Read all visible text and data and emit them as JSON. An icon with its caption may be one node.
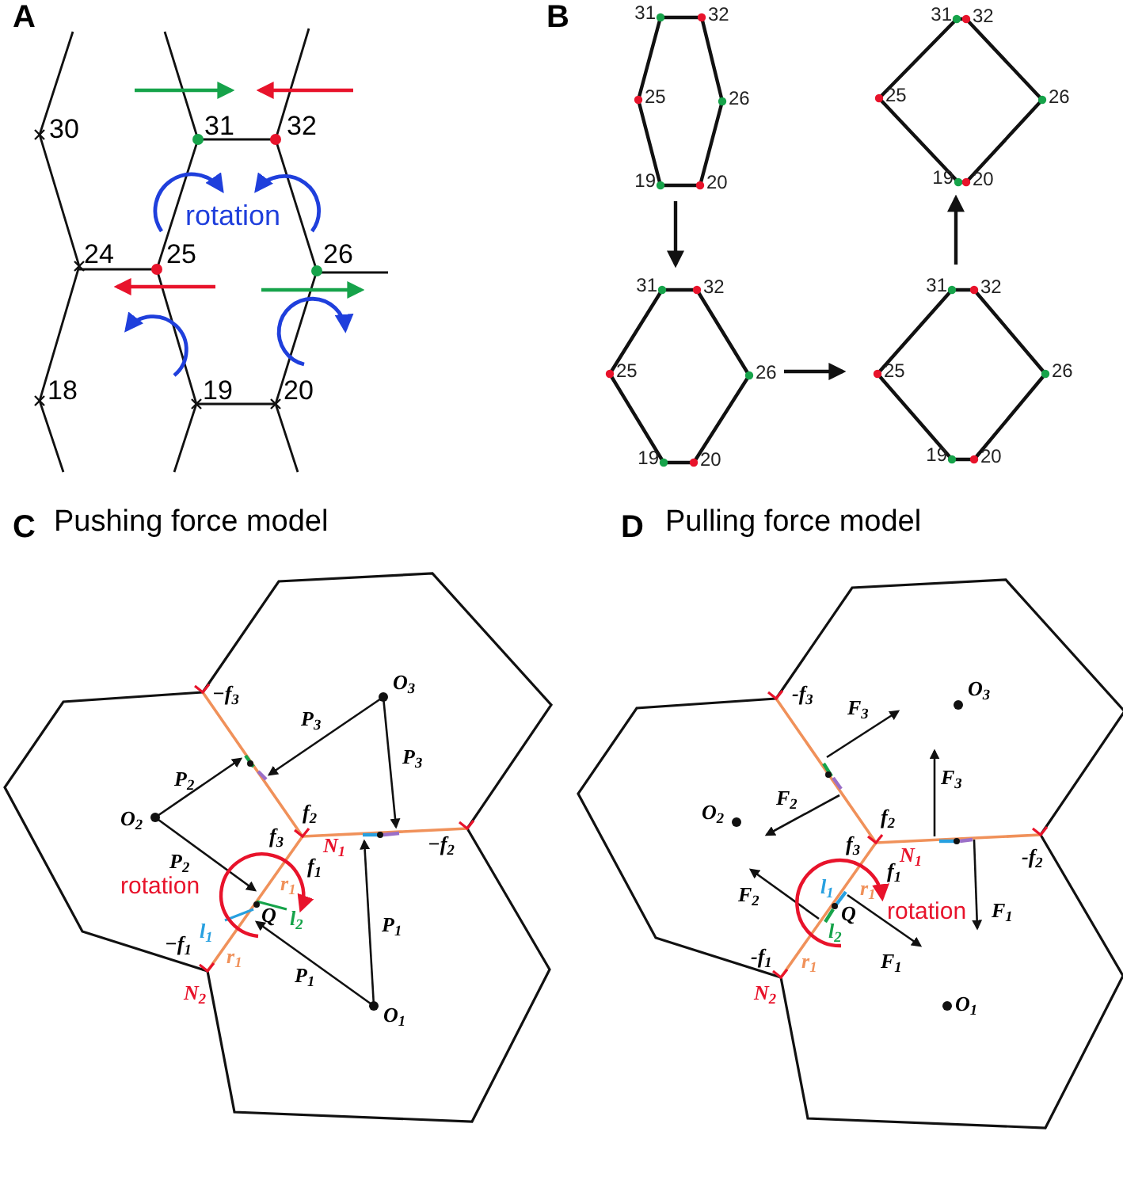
{
  "diagram": {
    "nodes": [
      {
        "text": [
          "31",
          "32",
          "25",
          "26",
          "19",
          "20"
        ]
      },
      {
        "text": [
          "31",
          "32",
          "25",
          "26",
          "19",
          "20"
        ]
      },
      {
        "text": [
          "31",
          "32",
          "25",
          "26",
          "19",
          "20"
        ]
      },
      {
        "text": [
          "31",
          "32",
          "25",
          "26",
          "19",
          "20"
        ]
      }
    ],
    "edges": [
      {
        "from": 0,
        "to": 1,
        "arrow": "to"
      },
      {
        "from": 1,
        "to": 2,
        "arrow": "to"
      },
      {
        "from": 2,
        "to": 3,
        "arrow": "to"
      }
    ],
    "labels": [
      "A",
      "30",
      "31",
      "32",
      "rotation",
      "24",
      "25",
      "26",
      "18",
      "19",
      "20",
      "B",
      "C",
      "Pushing force model",
      "−f$_{3}$",
      "O$_{3}$",
      "P$_{3}$",
      "P$_{3}$",
      "P$_{2}$",
      "O$_{2}$",
      "f$_{2}$",
      "f$_{3}$",
      "N$_{1}$",
      "−f$_{2}$",
      "P$_{2}$",
      "f$_{1}$",
      "rotation",
      "r$_{1}$",
      "Q",
      "l$_{2}$",
      "l$_{1}$",
      "P$_{1}$",
      "−f$_{1}$",
      "r$_{1}$",
      "P$_{1}$",
      "N$_{2}$",
      "O$_{1}$",
      "D",
      "Pulling force model",
      "-f$_{3}$",
      "O$_{3}$",
      "F$_{3}$",
      "F$_{3}$",
      "F$_{2}$",
      "O$_{2}$",
      "f$_{2}$",
      "f$_{3}$",
      "N$_{1}$",
      "f$_{1}$",
      "-f$_{2}$",
      "F$_{2}$",
      "l$_{1}$",
      "r$_{1}$",
      "Q",
      "rotation",
      "F$_{1}$",
      "l$_{2}$",
      "-f$_{1}$",
      "r$_{1}$",
      "F$_{1}$",
      "N$_{2}$",
      "O$_{1}$"
    ]
  }
}
